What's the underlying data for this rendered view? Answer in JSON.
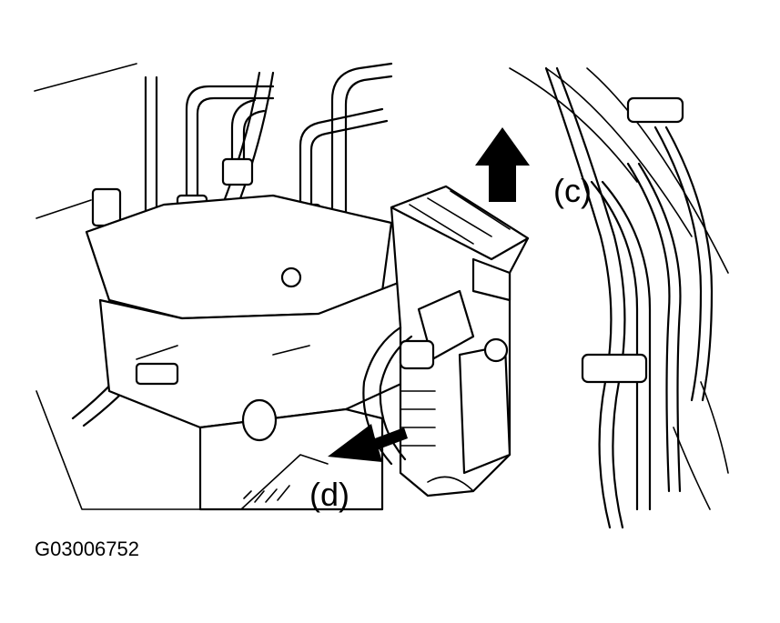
{
  "diagram": {
    "labels": {
      "callout_c": "(c)",
      "callout_d": "(d)",
      "figure_code": "G03006752"
    },
    "colors": {
      "line": "#000000",
      "background": "#ffffff"
    },
    "arrows": [
      {
        "name": "arrow-up-c",
        "direction": "up"
      },
      {
        "name": "arrow-out-d",
        "direction": "down-left"
      }
    ]
  }
}
